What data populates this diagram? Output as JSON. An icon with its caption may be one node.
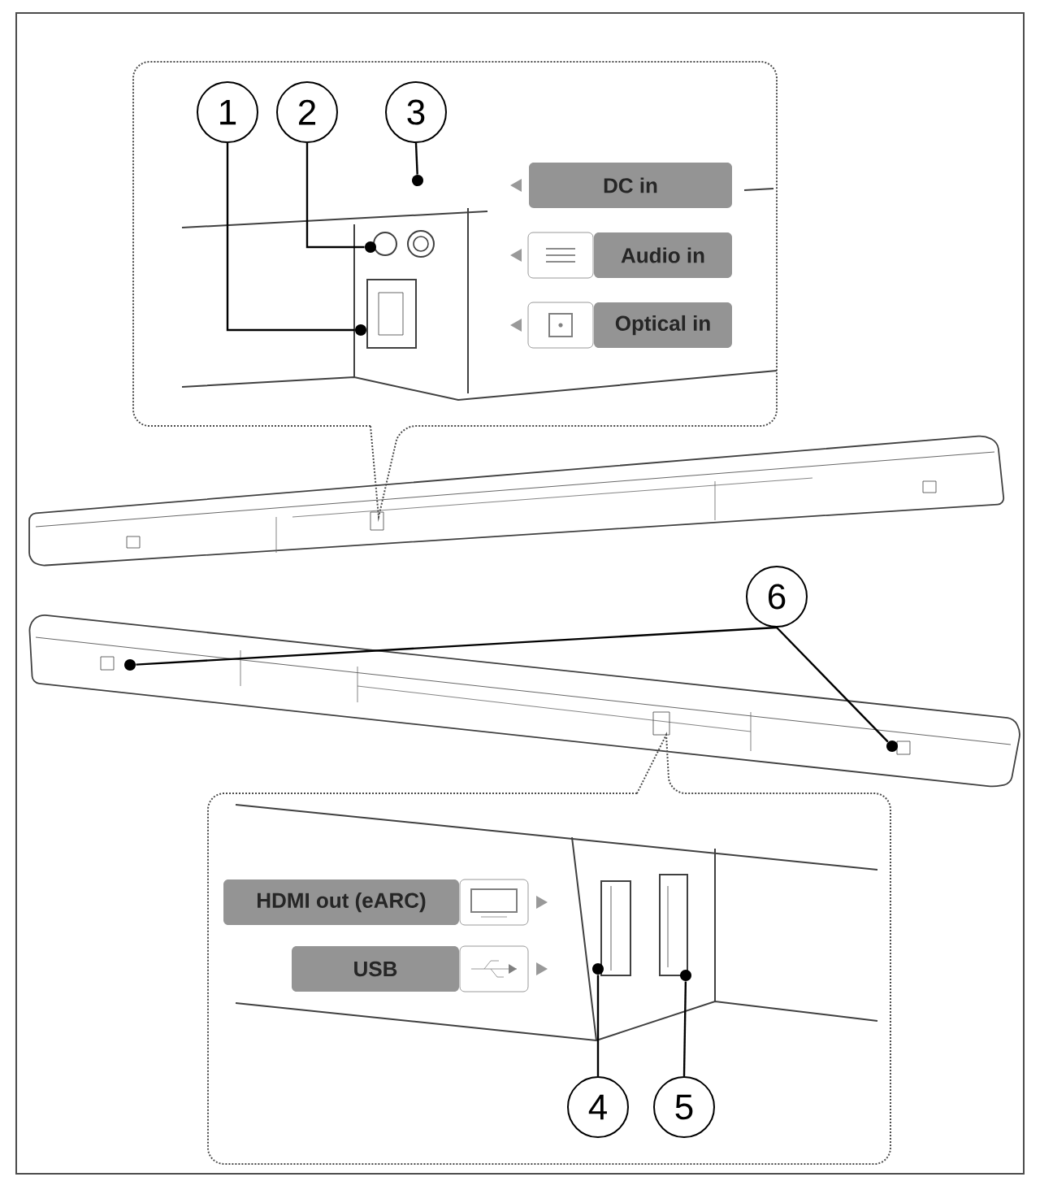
{
  "diagram": {
    "nodes": [
      {
        "text": [
          "1"
        ]
      },
      {
        "text": [
          "2"
        ]
      },
      {
        "text": [
          "3"
        ]
      },
      {
        "text": [
          "DC in"
        ]
      },
      {
        "text": [
          "Audio in"
        ]
      },
      {
        "text": [
          "Optical in"
        ]
      },
      {
        "text": [],
        "shape": "circle"
      },
      {
        "text": [],
        "shape": "circle"
      },
      {
        "text": [],
        "shape": "circle"
      },
      {
        "text": [
          "6"
        ]
      },
      {
        "text": [],
        "shape": "circle"
      },
      {
        "text": [],
        "shape": "circle"
      },
      {
        "text": [
          "HDMI out (eARC)"
        ]
      },
      {
        "text": [
          "USB"
        ]
      },
      {
        "text": [],
        "shape": "circle"
      },
      {
        "text": [],
        "shape": "circle"
      },
      {
        "text": [
          "4"
        ]
      },
      {
        "text": [
          "5"
        ]
      }
    ],
    "edges": [
      {
        "from": 0,
        "to": 6,
        "arrow": "none"
      },
      {
        "from": 1,
        "to": 7,
        "arrow": "none"
      },
      {
        "from": 2,
        "to": 8,
        "arrow": "none"
      },
      {
        "from": 9,
        "to": 10,
        "arrow": "none"
      },
      {
        "from": 9,
        "to": 11,
        "arrow": "none"
      },
      {
        "from": 16,
        "to": 14,
        "arrow": "none"
      },
      {
        "from": 17,
        "to": 15,
        "arrow": "none"
      }
    ]
  }
}
